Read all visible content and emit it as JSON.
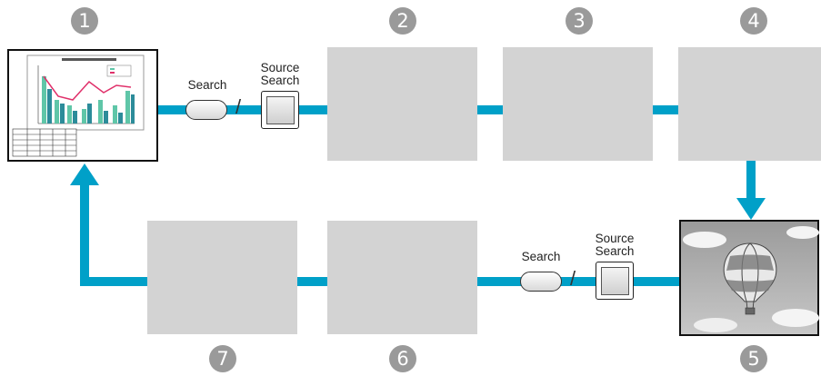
{
  "steps": [
    "1",
    "2",
    "3",
    "4",
    "5",
    "6",
    "7"
  ],
  "top_row": {
    "search_label": "Search",
    "source_search_label": "Source\nSearch",
    "slash": "/"
  },
  "bottom_row": {
    "search_label": "Search",
    "source_search_label": "Source\nSearch",
    "slash": "/"
  },
  "colors": {
    "arrow": "#00a0c8",
    "placeholder": "#d3d3d3",
    "step_circle": "#9a9a9a"
  }
}
